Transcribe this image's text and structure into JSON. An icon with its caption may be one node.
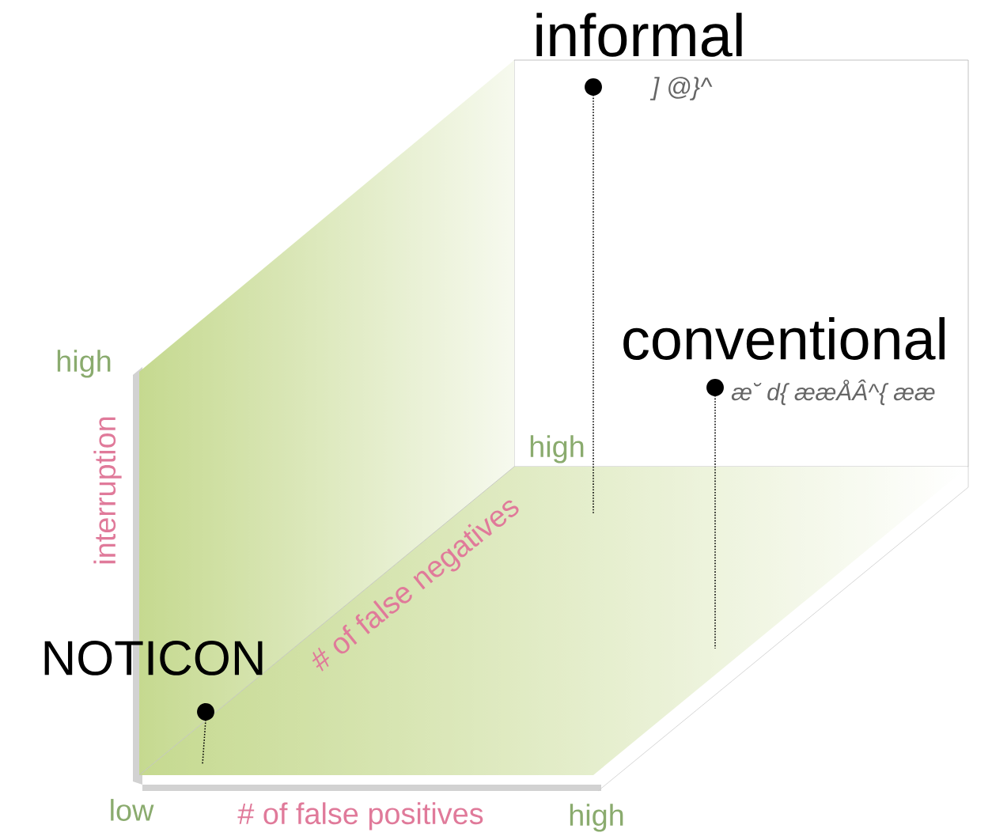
{
  "diagram": {
    "nodes": [
      {
        "text": [
          "informal"
        ],
        "beside": [
          "] @}^"
        ]
      },
      {
        "text": [
          "conventional"
        ],
        "beside": [
          "æ˘ d{ ææÅÂ^{ ææ"
        ]
      },
      {
        "text": [
          "NOTICON"
        ]
      }
    ],
    "labels": [
      "high",
      "interruption",
      "high",
      "# of false negatives",
      "low",
      "# of false positives",
      "high"
    ]
  }
}
